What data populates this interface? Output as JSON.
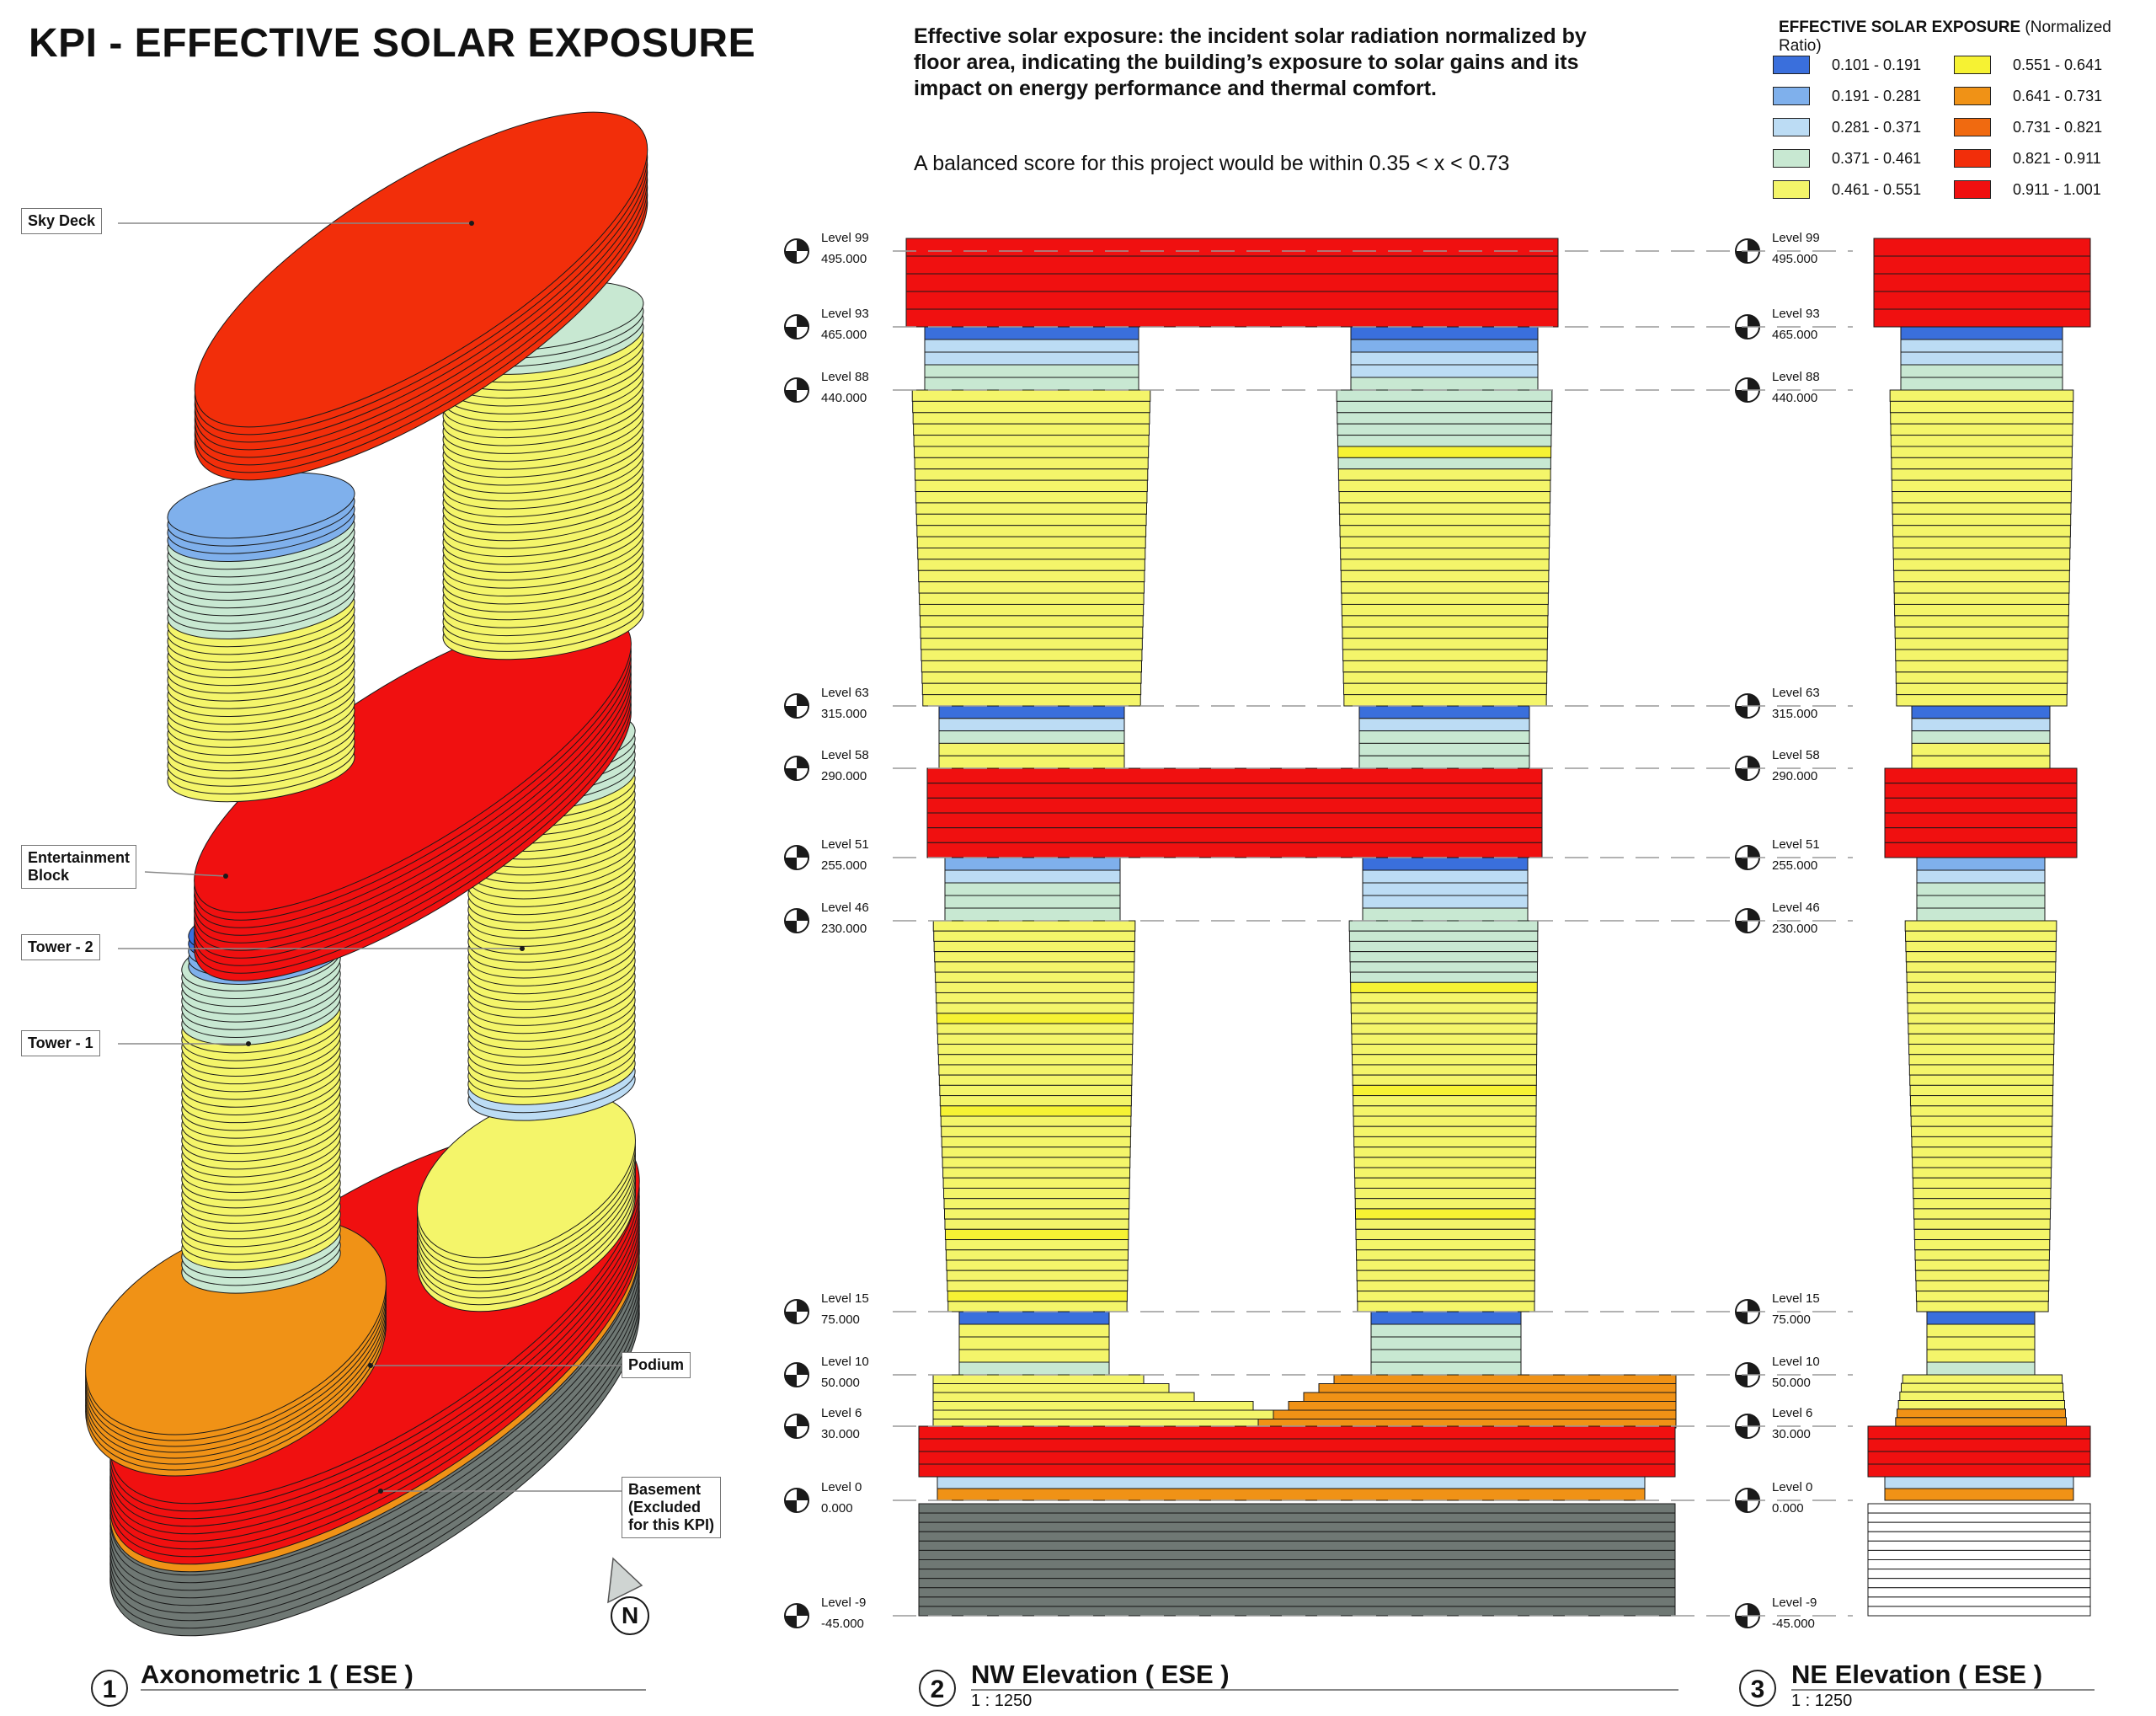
{
  "title": "KPI - EFFECTIVE SOLAR EXPOSURE",
  "description": "Effective solar exposure: the incident solar radiation normalized by floor area, indicating the building’s exposure to solar gains and its impact on energy performance and thermal comfort.",
  "balanced_score": "A balanced score for this project would be within 0.35 < x < 0.73",
  "legend": {
    "title_bold": "EFFECTIVE SOLAR EXPOSURE",
    "title_suffix": " (Normalized Ratio)",
    "items": [
      {
        "label": "0.101 - 0.191",
        "color": "#3a6fdc"
      },
      {
        "label": "0.191 - 0.281",
        "color": "#7fb0ec"
      },
      {
        "label": "0.281 - 0.371",
        "color": "#bcdcf4"
      },
      {
        "label": "0.371 - 0.461",
        "color": "#c8e8d2"
      },
      {
        "label": "0.461 - 0.551",
        "color": "#f4f56a"
      },
      {
        "label": "0.551 - 0.641",
        "color": "#f6f233"
      },
      {
        "label": "0.641 - 0.731",
        "color": "#f09216"
      },
      {
        "label": "0.731 - 0.821",
        "color": "#f06a10"
      },
      {
        "label": "0.821 - 0.911",
        "color": "#f22e0a"
      },
      {
        "label": "0.911 - 1.001",
        "color": "#f01010"
      }
    ]
  },
  "callouts": {
    "sky_deck": "Sky Deck",
    "entertainment_block": "Entertainment\nBlock",
    "tower_2": "Tower - 2",
    "tower_1": "Tower - 1",
    "podium": "Podium",
    "basement": "Basement\n(Excluded\nfor this KPI)"
  },
  "north_label": "N",
  "levels": [
    {
      "name": "Level 99",
      "elev": "495.000"
    },
    {
      "name": "Level 93",
      "elev": "465.000"
    },
    {
      "name": "Level 88",
      "elev": "440.000"
    },
    {
      "name": "Level 63",
      "elev": "315.000"
    },
    {
      "name": "Level 58",
      "elev": "290.000"
    },
    {
      "name": "Level 51",
      "elev": "255.000"
    },
    {
      "name": "Level 46",
      "elev": "230.000"
    },
    {
      "name": "Level 15",
      "elev": "75.000"
    },
    {
      "name": "Level 10",
      "elev": "50.000"
    },
    {
      "name": "Level 6",
      "elev": "30.000"
    },
    {
      "name": "Level 0",
      "elev": "0.000"
    },
    {
      "name": "Level -9",
      "elev": "-45.000"
    }
  ],
  "views": [
    {
      "number": "1",
      "title": "Axonometric 1 ( ESE )",
      "scale": ""
    },
    {
      "number": "2",
      "title": "NW Elevation ( ESE )",
      "scale": "1 : 1250"
    },
    {
      "number": "3",
      "title": "NE Elevation ( ESE )",
      "scale": "1 : 1250"
    }
  ],
  "colors": {
    "basement": "#6f7874",
    "line": "#1a1a1a",
    "leader": "#888888"
  }
}
